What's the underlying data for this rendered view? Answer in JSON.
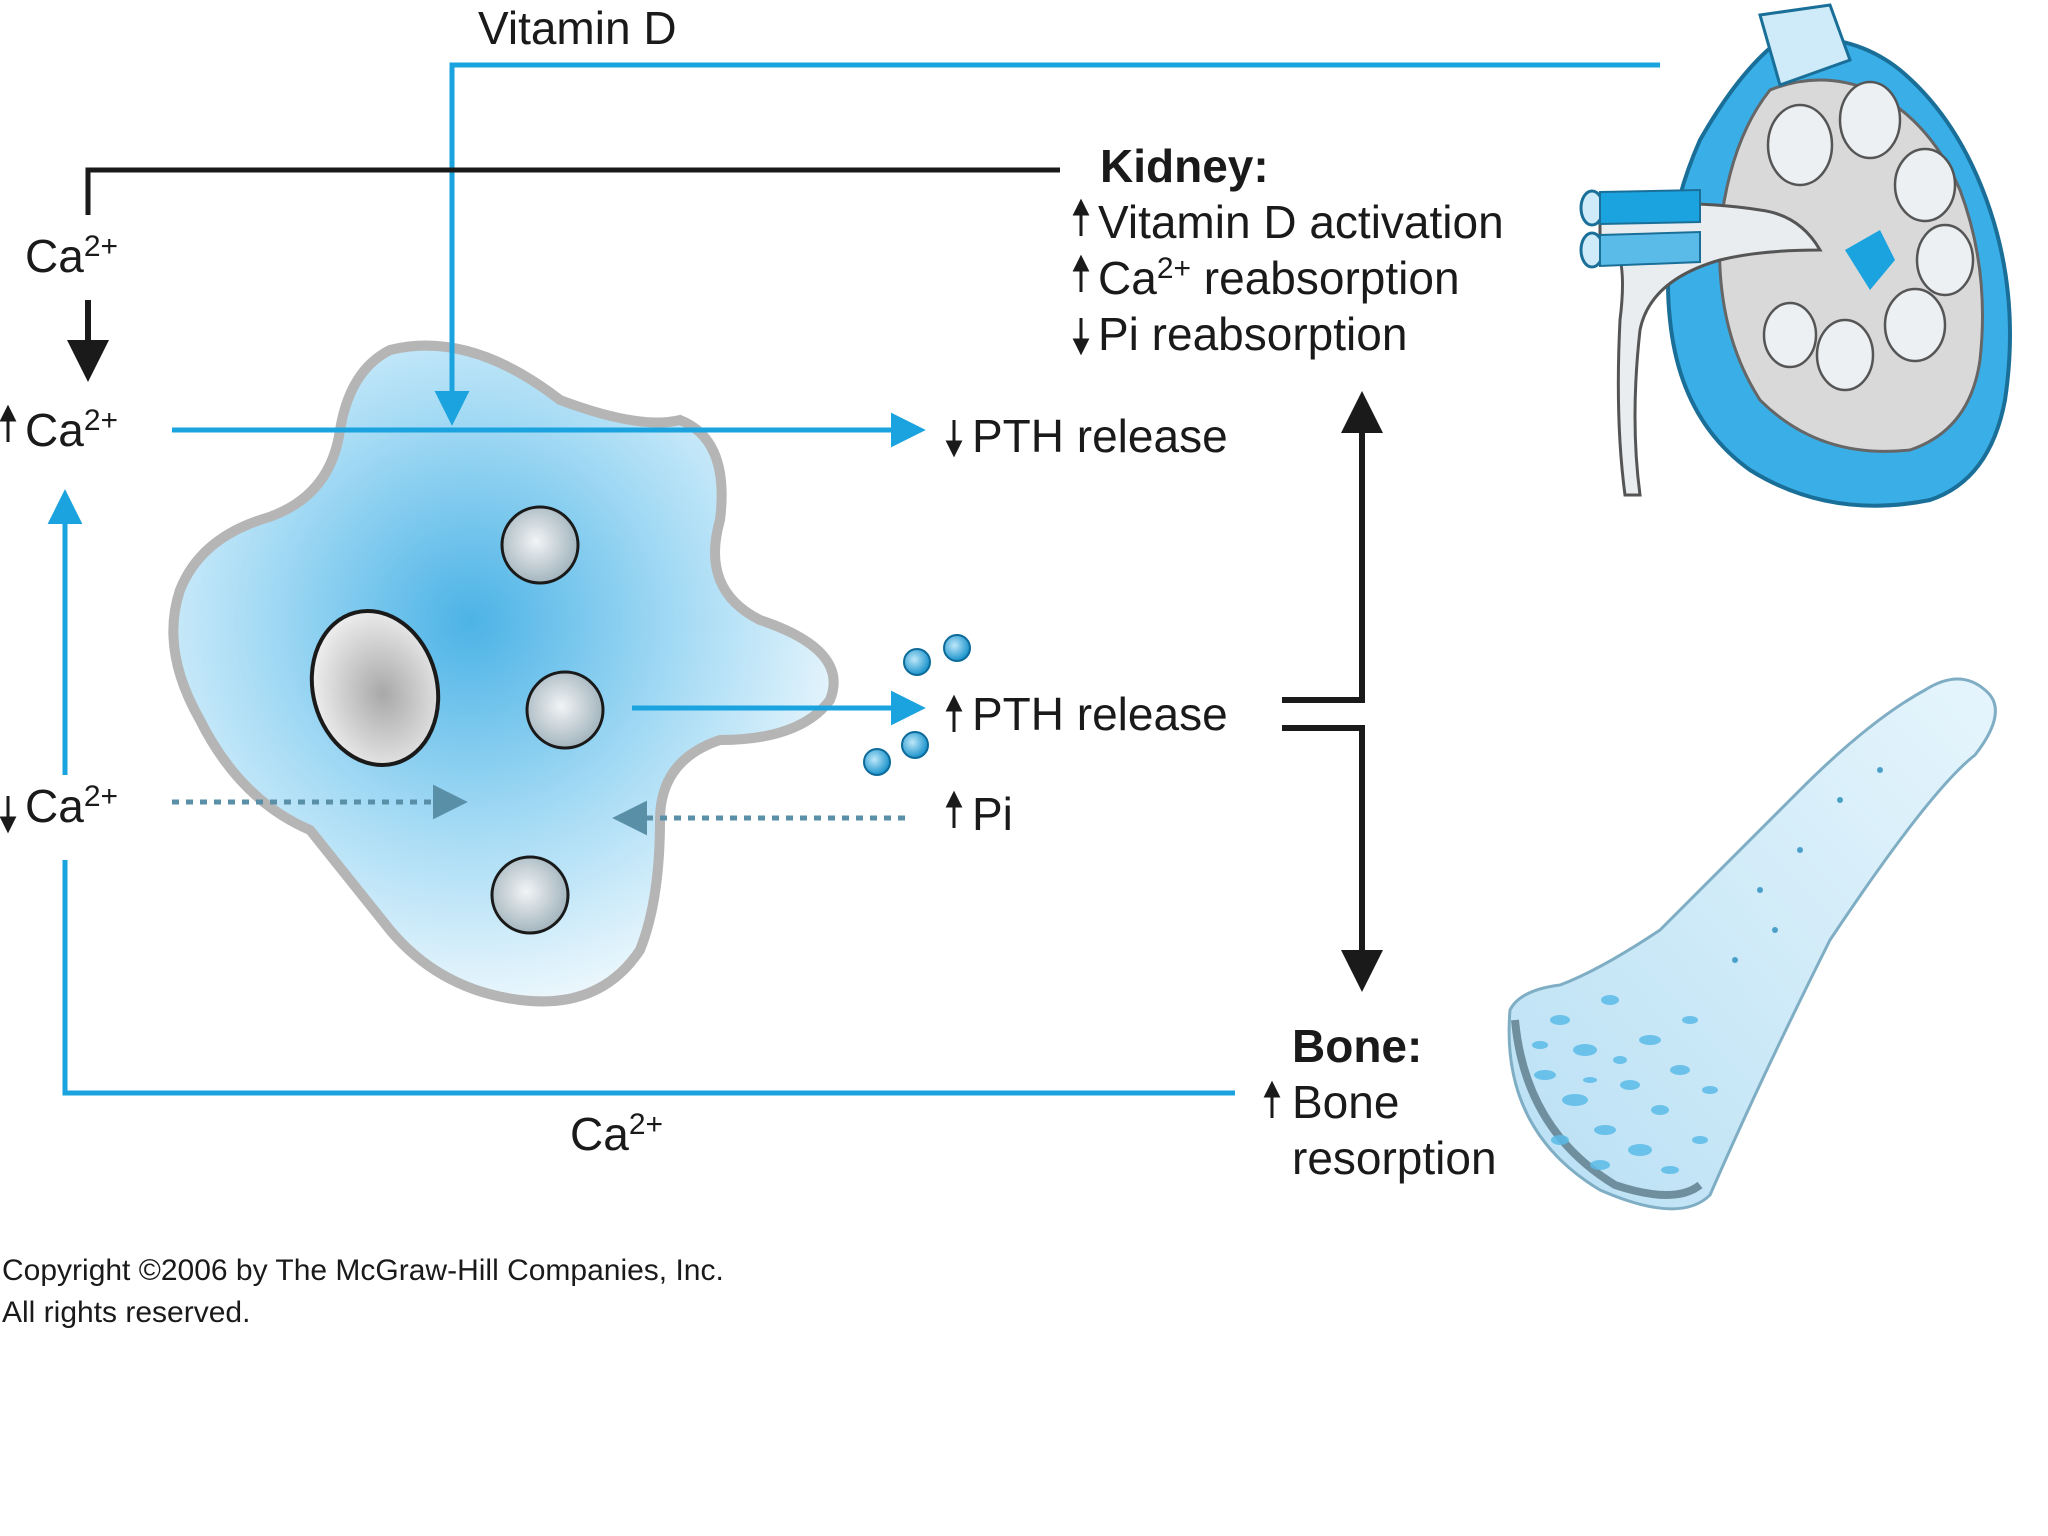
{
  "labels": {
    "vitamin_d_top": "Vitamin D",
    "kidney_heading": "Kidney:",
    "kidney_item_1": "Vitamin D activation",
    "kidney_item_2_base": "Ca",
    "kidney_item_2_sup": "2+",
    "kidney_item_2_rest": " reabsorption",
    "kidney_item_3": "Pi reabsorption",
    "ca_top_base": "Ca",
    "ca_top_sup": "2+",
    "ca_high_base": "Ca",
    "ca_high_sup": "2+",
    "pth_decrease": "PTH release",
    "pth_increase": "PTH release",
    "ca_low_base": "Ca",
    "ca_low_sup": "2+",
    "pi_increase": "Pi",
    "bone_heading": "Bone:",
    "bone_item_1": "Bone",
    "bone_item_2": "resorption",
    "ca_bottom_base": "Ca",
    "ca_bottom_sup": "2+"
  },
  "copyright": {
    "line1": "Copyright ©2006 by The McGraw-Hill Companies, Inc.",
    "line2": "All rights reserved."
  },
  "colors": {
    "pathway_blue": "#1aa3de",
    "feedback_black": "#1a1a1a",
    "dotted_blue": "#5a8fa8",
    "cell_outline": "#b5b5b5",
    "cell_fill": "#4cb3e6",
    "organ_blue": "#3aaee6",
    "bone_fill": "#c7e6f6"
  },
  "icons": {
    "kidney": "kidney-illustration",
    "bone": "bone-illustration",
    "cell": "parathyroid-cell-illustration",
    "pth_granules": "pth-granule-dots"
  }
}
